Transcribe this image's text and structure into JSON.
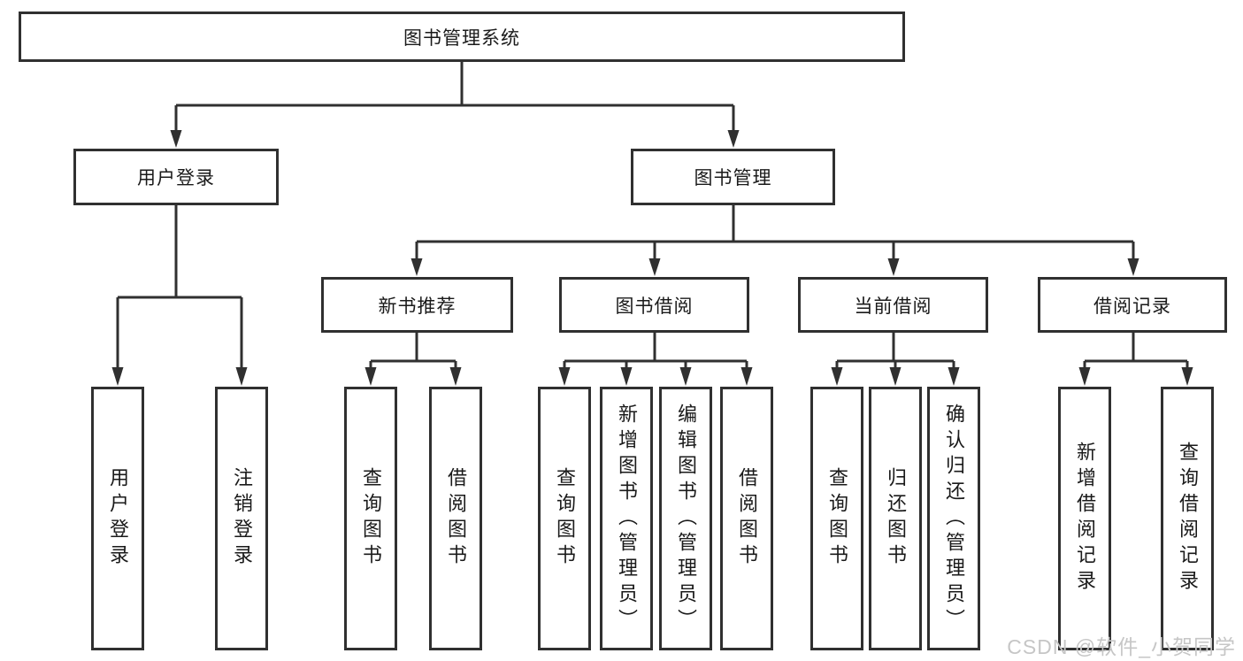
{
  "diagram": {
    "root": {
      "label": "图书管理系统",
      "children": [
        {
          "label": "用户登录",
          "children": [
            {
              "label": "用户登录"
            },
            {
              "label": "注销登录"
            }
          ]
        },
        {
          "label": "图书管理",
          "children": [
            {
              "label": "新书推荐",
              "children": [
                {
                  "label": "查询图书"
                },
                {
                  "label": "借阅图书"
                }
              ]
            },
            {
              "label": "图书借阅",
              "children": [
                {
                  "label": "查询图书"
                },
                {
                  "label": "新增图书（管理员）"
                },
                {
                  "label": "编辑图书（管理员）"
                },
                {
                  "label": "借阅图书"
                }
              ]
            },
            {
              "label": "当前借阅",
              "children": [
                {
                  "label": "查询图书"
                },
                {
                  "label": "归还图书"
                },
                {
                  "label": "确认归还（管理员）"
                }
              ]
            },
            {
              "label": "借阅记录",
              "children": [
                {
                  "label": "新增借阅记录"
                },
                {
                  "label": "查询借阅记录"
                }
              ]
            }
          ]
        }
      ]
    }
  },
  "watermark": {
    "text": "CSDN @软件_小贺同学"
  },
  "colors": {
    "line": "#303030",
    "box_border": "#303030",
    "text": "#1a1a1a",
    "watermark": "#c6c6c6",
    "background": "#ffffff"
  }
}
